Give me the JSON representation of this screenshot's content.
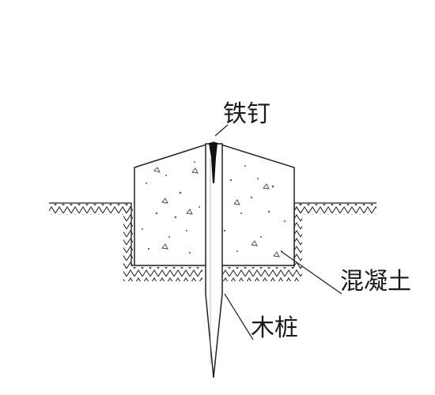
{
  "labels": {
    "nail": "铁钉",
    "concrete": "混凝土",
    "wood_pile": "木桩"
  },
  "colors": {
    "line": "#222222",
    "background": "#ffffff"
  }
}
